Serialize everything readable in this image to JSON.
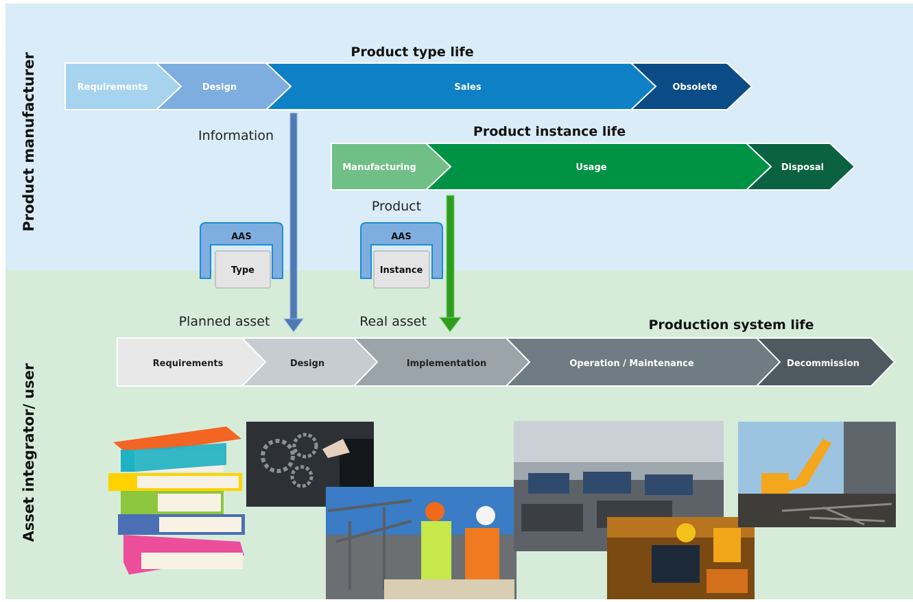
{
  "manufacturer_section": {
    "label": "Product manufacturer",
    "type_life": {
      "title": "Product type life",
      "phases": [
        "Requirements",
        "Design",
        "Sales",
        "Obsolete"
      ]
    },
    "instance_life": {
      "title": "Product instance life",
      "phases": [
        "Manufacturing",
        "Usage",
        "Disposal"
      ]
    },
    "information_label": "Information",
    "product_label": "Product"
  },
  "integrator_section": {
    "label": "Asset integrator/ user",
    "system_life": {
      "title": "Production system life",
      "phases": [
        "Requirements",
        "Design",
        "Implementation",
        "Operation / Maintenance",
        "Decommission"
      ]
    },
    "planned_asset_label": "Planned asset",
    "real_asset_label": "Real asset"
  },
  "aas_type": {
    "header": "AAS",
    "body": "Type"
  },
  "aas_instance": {
    "header": "AAS",
    "body": "Instance"
  },
  "colors": {
    "manufacturer_bg": "#d9ecf7",
    "integrator_bg": "#d6ecd9",
    "type_life": [
      "#a6d4ef",
      "#7daedf",
      "#0d80c6",
      "#0b4b86"
    ],
    "instance_life": [
      "#6fbf86",
      "#009245",
      "#0b6242"
    ],
    "system_life": [
      "#e8e8e8",
      "#c6ccd0",
      "#9aa4aa",
      "#6f7c84",
      "#4e5a60"
    ],
    "information_arrow": "#4f7ab5",
    "product_arrow": "#2e9d1e",
    "aas_blue": "#7eaee0"
  },
  "images": [
    {
      "name": "books-icon"
    },
    {
      "name": "gears-design-photo"
    },
    {
      "name": "construction-workers-photo"
    },
    {
      "name": "factory-hall-photo"
    },
    {
      "name": "welder-maintenance-photo"
    },
    {
      "name": "excavator-demolition-photo"
    }
  ]
}
